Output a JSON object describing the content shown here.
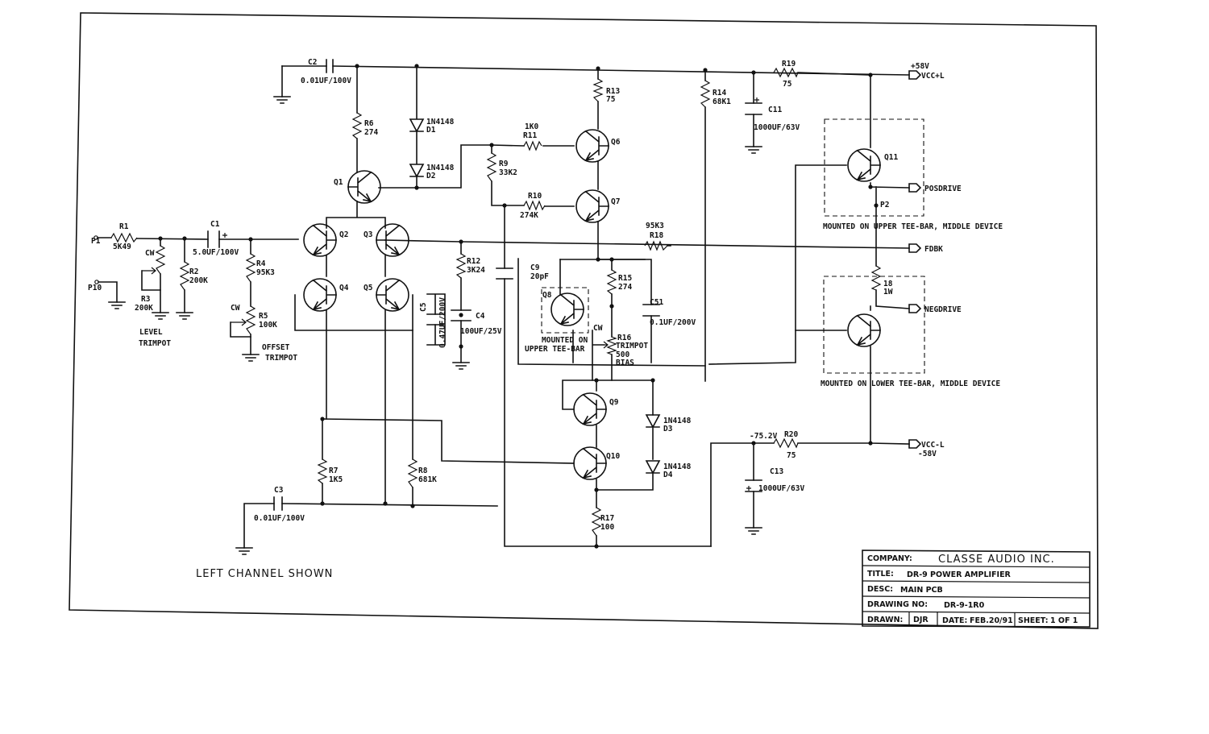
{
  "components": {
    "C2": {
      "ref": "C2",
      "value": "0.01UF/100V"
    },
    "R6": {
      "ref": "R6",
      "value": "274"
    },
    "D1": {
      "ref": "D1",
      "part": "1N4148"
    },
    "D2": {
      "ref": "D2",
      "part": "1N4148"
    },
    "R11": {
      "ref": "R11",
      "value": "1K0"
    },
    "R9": {
      "ref": "R9",
      "value": "33K2"
    },
    "R10": {
      "ref": "R10",
      "value": "274K"
    },
    "R13": {
      "ref": "R13",
      "value": "75"
    },
    "R14": {
      "ref": "R14",
      "value": "68K1"
    },
    "C11": {
      "ref": "C11",
      "value": "1000UF/63V"
    },
    "R19": {
      "ref": "R19",
      "value": "75"
    },
    "R1": {
      "ref": "R1",
      "value": "5K49"
    },
    "R2": {
      "ref": "R2",
      "value": "200K"
    },
    "R3": {
      "ref": "R3",
      "value": "200K"
    },
    "C1": {
      "ref": "C1",
      "value": "5.0UF/100V"
    },
    "R4": {
      "ref": "R4",
      "value": "95K3"
    },
    "R5": {
      "ref": "R5",
      "value": "100K"
    },
    "R12": {
      "ref": "R12",
      "value": "3K24"
    },
    "C5": {
      "ref": "C5",
      "value": "0.47UF/200V"
    },
    "C4": {
      "ref": "C4",
      "value": "100UF/25V"
    },
    "C9": {
      "ref": "C9",
      "value": "20pF"
    },
    "R15": {
      "ref": "R15",
      "value": "274"
    },
    "C51": {
      "ref": "C51",
      "value": "0.1UF/200V"
    },
    "R16": {
      "ref": "R16",
      "value": "500",
      "note": "TRIMPOT",
      "role": "BIAS"
    },
    "R18": {
      "ref": "R18",
      "value": "95K3"
    },
    "P2": {
      "ref": "P2",
      "value": "18",
      "note": "1W"
    },
    "D3": {
      "ref": "D3",
      "part": "1N4148"
    },
    "D4": {
      "ref": "D4",
      "part": "1N4148"
    },
    "R20": {
      "ref": "R20",
      "value": "75"
    },
    "C13": {
      "ref": "C13",
      "value": "1000UF/63V"
    },
    "R7": {
      "ref": "R7",
      "value": "1K5"
    },
    "R8": {
      "ref": "R8",
      "value": "681K"
    },
    "C3": {
      "ref": "C3",
      "value": "0.01UF/100V"
    },
    "R17": {
      "ref": "R17",
      "value": "100"
    }
  },
  "transistors": [
    "Q1",
    "Q2",
    "Q3",
    "Q4",
    "Q5",
    "Q6",
    "Q7",
    "Q8",
    "Q9",
    "Q10",
    "Q11"
  ],
  "ports": {
    "P1": "P1",
    "P10": "P10"
  },
  "nets": {
    "vcc_pos": "+58V",
    "vcc_pos_name": "VCC+L",
    "vcc_neg": "-58V",
    "vcc_neg_name": "VCC-L",
    "neg_rail_v": "-75.2V",
    "posdrive": "POSDRIVE",
    "negdrive": "NEGDRIVE",
    "fdbk": "FDBK"
  },
  "notes": {
    "cw": "CW",
    "level_trimpot": [
      "LEVEL",
      "TRIMPOT"
    ],
    "offset_trimpot": [
      "OFFSET",
      "TRIMPOT"
    ],
    "mounted_upper_teebar": [
      "MOUNTED ON",
      "UPPER TEE-BAR"
    ],
    "mounted_upper_middle": "MOUNTED ON UPPER TEE-BAR, MIDDLE DEVICE",
    "mounted_lower_middle": "MOUNTED ON LOWER TEE-BAR, MIDDLE DEVICE",
    "left_channel": "LEFT CHANNEL SHOWN"
  },
  "title_block": {
    "company_label": "COMPANY:",
    "company": "CLASSE AUDIO INC.",
    "title_label": "TITLE:",
    "title": "DR-9 POWER AMPLIFIER",
    "desc_label": "DESC:",
    "desc": "MAIN PCB",
    "drawing_no_label": "DRAWING NO:",
    "drawing_no": "DR-9-1R0",
    "drawn_label": "DRAWN:",
    "drawn": "DJR",
    "date_label": "DATE:",
    "date": "FEB.20/91",
    "sheet_label": "SHEET:",
    "sheet": "1 OF 1"
  }
}
